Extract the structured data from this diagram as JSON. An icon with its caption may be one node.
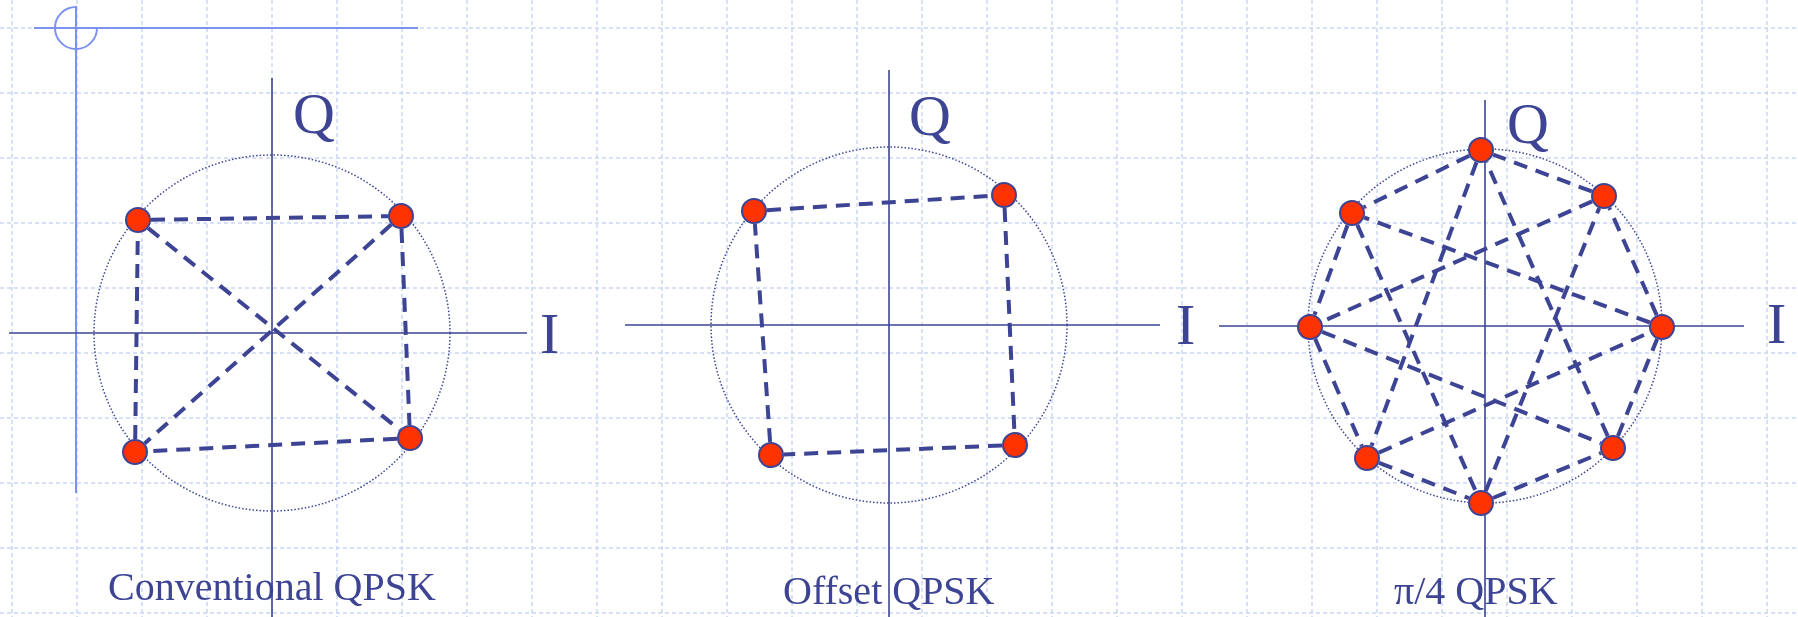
{
  "diagram": {
    "nodes": [
      {
        "text": [],
        "shape": "circle"
      },
      {
        "text": [],
        "shape": "circle"
      },
      {
        "text": [],
        "shape": "circle"
      },
      {
        "text": [],
        "shape": "circle"
      },
      {
        "text": [],
        "shape": "circle"
      },
      {
        "text": [],
        "shape": "circle"
      },
      {
        "text": [],
        "shape": "circle"
      },
      {
        "text": [],
        "shape": "circle"
      },
      {
        "text": [],
        "shape": "circle"
      },
      {
        "text": [],
        "shape": "circle"
      },
      {
        "text": [],
        "shape": "circle"
      },
      {
        "text": [],
        "shape": "circle"
      },
      {
        "text": [],
        "shape": "circle"
      },
      {
        "text": [],
        "shape": "circle"
      },
      {
        "text": [],
        "shape": "circle"
      },
      {
        "text": [],
        "shape": "circle"
      }
    ],
    "edges": [
      {
        "from": 0,
        "to": 1,
        "arrow": "none",
        "style": "dashed"
      },
      {
        "from": 1,
        "to": 3,
        "arrow": "none",
        "style": "dashed"
      },
      {
        "from": 3,
        "to": 2,
        "arrow": "none",
        "style": "dashed"
      },
      {
        "from": 2,
        "to": 0,
        "arrow": "none",
        "style": "dashed"
      },
      {
        "from": 0,
        "to": 3,
        "arrow": "none",
        "style": "dashed"
      },
      {
        "from": 1,
        "to": 2,
        "arrow": "none",
        "style": "dashed"
      },
      {
        "from": 4,
        "to": 5,
        "arrow": "none",
        "style": "dashed"
      },
      {
        "from": 5,
        "to": 7,
        "arrow": "none",
        "style": "dashed"
      },
      {
        "from": 7,
        "to": 6,
        "arrow": "none",
        "style": "dashed"
      },
      {
        "from": 6,
        "to": 4,
        "arrow": "none",
        "style": "dashed"
      },
      {
        "from": 12,
        "to": 10,
        "arrow": "none",
        "style": "dashed"
      },
      {
        "from": 10,
        "to": 8,
        "arrow": "none",
        "style": "dashed"
      },
      {
        "from": 8,
        "to": 9,
        "arrow": "none",
        "style": "dashed"
      },
      {
        "from": 9,
        "to": 11,
        "arrow": "none",
        "style": "dashed"
      },
      {
        "from": 11,
        "to": 13,
        "arrow": "none",
        "style": "dashed"
      },
      {
        "from": 13,
        "to": 15,
        "arrow": "none",
        "style": "dashed"
      },
      {
        "from": 15,
        "to": 14,
        "arrow": "none",
        "style": "dashed"
      },
      {
        "from": 14,
        "to": 12,
        "arrow": "none",
        "style": "dashed"
      },
      {
        "from": 12,
        "to": 9,
        "arrow": "none",
        "style": "dashed"
      },
      {
        "from": 10,
        "to": 11,
        "arrow": "none",
        "style": "dashed"
      },
      {
        "from": 8,
        "to": 13,
        "arrow": "none",
        "style": "dashed"
      },
      {
        "from": 9,
        "to": 15,
        "arrow": "none",
        "style": "dashed"
      },
      {
        "from": 11,
        "to": 14,
        "arrow": "none",
        "style": "dashed"
      },
      {
        "from": 13,
        "to": 12,
        "arrow": "none",
        "style": "dashed"
      },
      {
        "from": 15,
        "to": 10,
        "arrow": "none",
        "style": "dashed"
      },
      {
        "from": 14,
        "to": 8,
        "arrow": "none",
        "style": "dashed"
      }
    ],
    "labels": [
      "Q",
      "I",
      "Conventional QPSK",
      "Q",
      "I",
      "Offset QPSK",
      "Q",
      "I",
      "π/4 QPSK"
    ]
  }
}
